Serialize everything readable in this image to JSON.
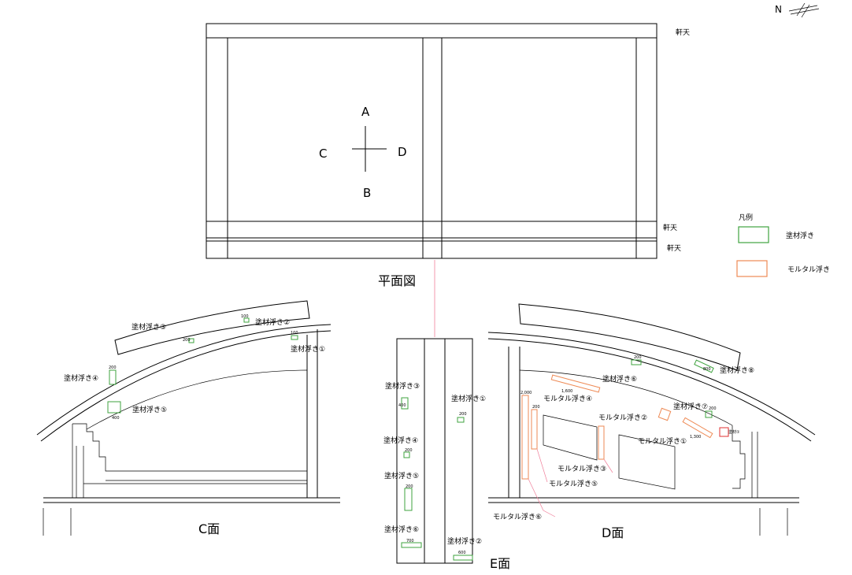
{
  "compass": {
    "label": "N"
  },
  "plan": {
    "title": "平面図",
    "eave_top": "軒天",
    "eave_mid": "軒天",
    "eave_bot": "軒天",
    "dir_a": "A",
    "dir_b": "B",
    "dir_c": "C",
    "dir_d": "D"
  },
  "legend": {
    "title": "凡例",
    "paint_label": "塗材浮き",
    "mortar_label": "モルタル浮き",
    "paint_color": "#3fa33f",
    "mortar_color": "#ee8a55"
  },
  "c_face": {
    "title": "C面",
    "labels": {
      "p1": "塗材浮き①",
      "p2": "塗材浮き②",
      "p3": "塗材浮き③",
      "p4": "塗材浮き④",
      "p5": "塗材浮き⑤"
    },
    "dims": {
      "d1": "100",
      "d2": "100",
      "d3": "200",
      "d4": "200",
      "d5": "400"
    }
  },
  "e_face": {
    "title": "E面",
    "labels": {
      "p1": "塗材浮き①",
      "p2": "塗材浮き②",
      "p3": "塗材浮き③",
      "p4": "塗材浮き④",
      "p5": "塗材浮き⑤",
      "p6": "塗材浮き⑥"
    },
    "dims": {
      "d1": "200",
      "d3": "400",
      "d4": "200",
      "d5": "200",
      "d6": "700",
      "d2": "600"
    }
  },
  "d_face": {
    "title": "D面",
    "labels": {
      "p6": "塗材浮き⑥",
      "p7": "塗材浮き⑦",
      "p8": "塗材浮き⑧",
      "m1": "モルタル浮き①",
      "m2": "モルタル浮き②",
      "m3": "モルタル浮き③",
      "m4": "モルタル浮き④",
      "m5": "モルタル浮き⑤",
      "m6": "モルタル浮き⑥",
      "small": "塗材①"
    },
    "dims": {
      "d1": "200",
      "d2": "800",
      "d3": "200",
      "d4": "1,600",
      "d5": "1,300",
      "d6": "2,000",
      "d7": "200"
    }
  }
}
